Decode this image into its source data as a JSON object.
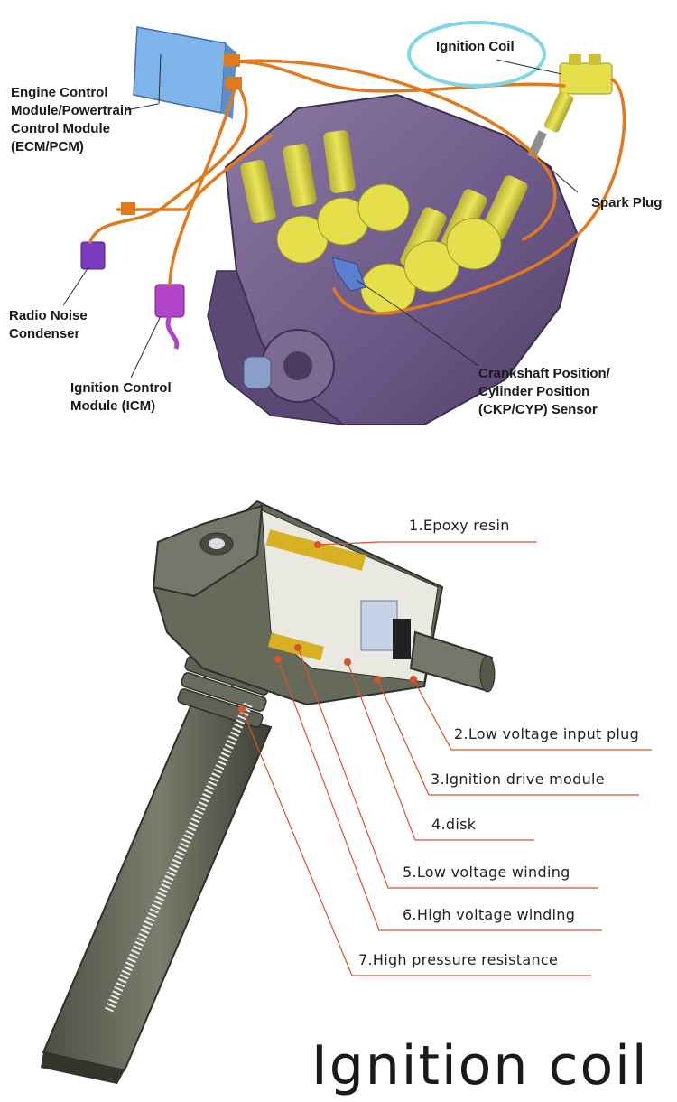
{
  "engine_diagram": {
    "labels": {
      "ignition_coil": "Ignition Coil",
      "ecm_pcm": [
        "Engine Control",
        "Module/Powertrain",
        "Control Module",
        "(ECM/PCM)"
      ],
      "spark_plug": "Spark Plug",
      "radio_noise": [
        "Radio Noise",
        "Condenser"
      ],
      "icm": [
        "Ignition Control",
        "Module (ICM)"
      ],
      "ckp": [
        "Crankshaft Position/",
        "Cylinder Position",
        "(CKP/CYP) Sensor"
      ]
    },
    "colors": {
      "engine": "#6e5a86",
      "coil": "#d9d23a",
      "wire": "#e07a1e",
      "module": "#6fa6dd",
      "highlight": "#7fd6e6"
    }
  },
  "coil_cutaway": {
    "parts": [
      "1.Epoxy resin",
      "2.Low voltage input plug",
      "3.Ignition drive module",
      "4.disk",
      "5.Low voltage winding",
      "6.High voltage winding",
      "7.High pressure resistance"
    ],
    "leader_color": "#d9532b"
  },
  "caption": "Ignition coil"
}
